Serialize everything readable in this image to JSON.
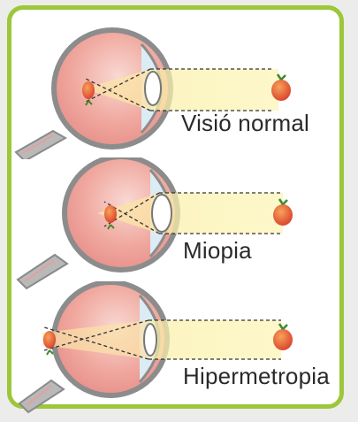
{
  "captions": {
    "normal": "Visió normal",
    "myopia": "Miopia",
    "hyperopia": "Hipermetropia"
  },
  "colors": {
    "frame_border": "#9cc73a",
    "card_background": "#ffffff",
    "eyeball": "#f2b6b0",
    "sclera_outline": "#8a8a8a",
    "light_beam": "#fbf4b4",
    "lens": "#ffffff",
    "optic_nerve": "#b5b5b5",
    "image_fruit": "#e6573a"
  },
  "icons": {
    "object": "apple-icon",
    "retinal_image": "inverted-apple-icon"
  }
}
